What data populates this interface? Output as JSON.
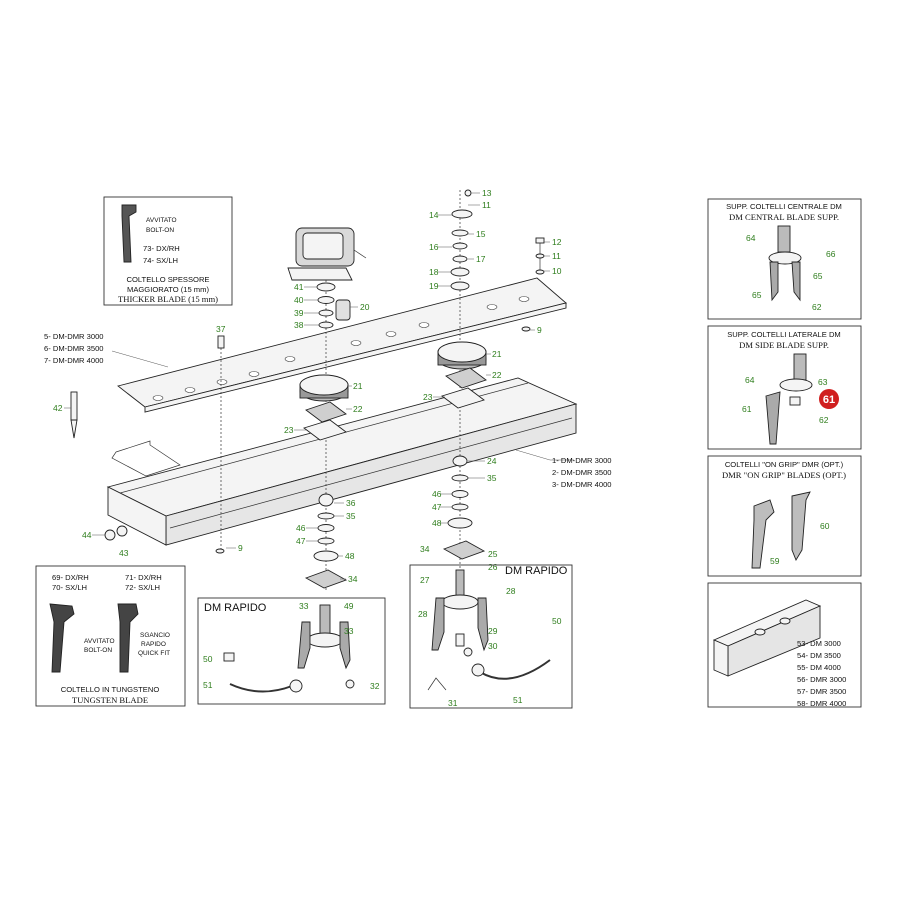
{
  "colors": {
    "label": "#2e7d1c",
    "line": "#333333",
    "highlight": "#d01f1f"
  },
  "parts": [
    {
      "n": "1",
      "t": "DM-DMR 3000"
    },
    {
      "n": "2",
      "t": "DM-DMR 3500"
    },
    {
      "n": "3",
      "t": "DM-DMR 4000"
    },
    {
      "n": "5",
      "t": "DM-DMR 3000"
    },
    {
      "n": "6",
      "t": "DM-DMR 3500"
    },
    {
      "n": "7",
      "t": "DM-DMR 4000"
    }
  ],
  "callouts": {
    "c13": "13",
    "c11a": "11",
    "c14": "14",
    "c15": "15",
    "c16": "16",
    "c17": "17",
    "c18": "18",
    "c19": "19",
    "c12": "12",
    "c11b": "11",
    "c10": "10",
    "c41": "41",
    "c40": "40",
    "c39": "39",
    "c38": "38",
    "c20": "20",
    "c9a": "9",
    "c37": "37",
    "c21a": "21",
    "c22a": "22",
    "c23a": "23",
    "c21b": "21",
    "c22b": "22",
    "c23b": "23",
    "c42": "42",
    "c24": "24",
    "c35a": "35",
    "c46a": "46",
    "c47a": "47",
    "c48a": "48",
    "c36": "36",
    "c35b": "35",
    "c46b": "46",
    "c47b": "47",
    "c48b": "48",
    "c44": "44",
    "c43": "43",
    "c9b": "9",
    "c34a": "34",
    "c34b": "34",
    "c25": "25",
    "c26": "26",
    "c49": "49",
    "c33a": "33",
    "c33b": "33",
    "c50a": "50",
    "c51a": "51",
    "c32": "32",
    "c27": "27",
    "c28a": "28",
    "c28b": "28",
    "c29": "29",
    "c30": "30",
    "c31": "31",
    "c51b": "51",
    "c50b": "50",
    "c64a": "64",
    "c66": "66",
    "c65a": "65",
    "c65b": "65",
    "c62a": "62",
    "c64b": "64",
    "c63": "63",
    "c61a": "61",
    "c61b": "61",
    "c62b": "62",
    "c60": "60",
    "c59": "59"
  },
  "boxes": {
    "thicker": {
      "line1": "AVVITATO",
      "line2": "BOLT-ON",
      "p1": "73- DX/RH",
      "p2": "74- SX/LH",
      "cap1": "COLTELLO SPESSORE",
      "cap2": "MAGGIORATO (15 mm)",
      "cap3": "THICKER BLADE (15 mm)"
    },
    "tungsten": {
      "p1": "69- DX/RH",
      "p2": "70- SX/LH",
      "p3": "71- DX/RH",
      "p4": "72- SX/LH",
      "a1": "AVVITATO",
      "a2": "BOLT-ON",
      "b1": "SGANCIO",
      "b2": "RAPIDO",
      "b3": "QUICK FIT",
      "cap1": "COLTELLO IN TUNGSTENO",
      "cap2": "TUNGSTEN BLADE"
    },
    "rapidoLeft": {
      "title": "DM RAPIDO"
    },
    "rapidoRight": {
      "title": "DM RAPIDO"
    },
    "central": {
      "cap1": "SUPP. COLTELLI CENTRALE DM",
      "cap2": "DM CENTRAL BLADE SUPP."
    },
    "side": {
      "cap1": "SUPP. COLTELLI LATERALE DM",
      "cap2": "DM SIDE BLADE SUPP.",
      "highlight": "61"
    },
    "grip": {
      "cap1": "COLTELLI \"ON GRIP\" DMR (OPT.)",
      "cap2": "DMR \"ON GRIP\" BLADES (OPT.)"
    },
    "models": {
      "items": [
        "53- DM 3000",
        "54- DM 3500",
        "55- DM 4000",
        "56- DMR 3000",
        "57- DMR 3500",
        "58- DMR 4000"
      ]
    }
  }
}
